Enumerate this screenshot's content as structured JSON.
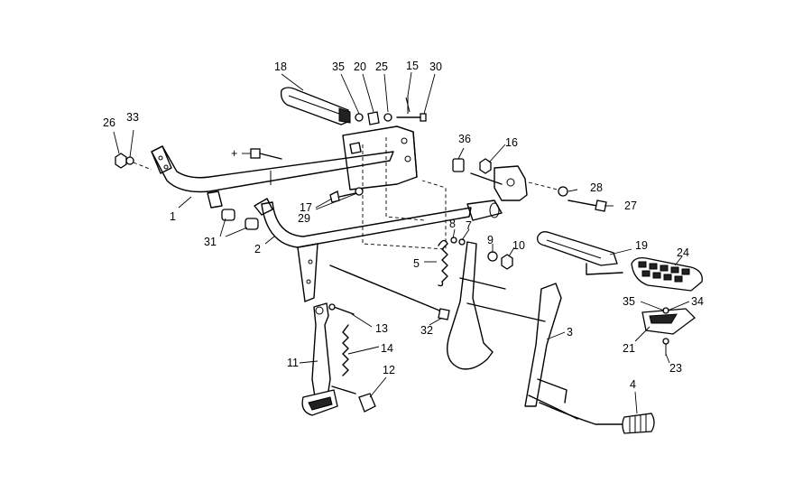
{
  "diagram": {
    "callouts": [
      {
        "id": "c18",
        "text": "18"
      },
      {
        "id": "c35a",
        "text": "35"
      },
      {
        "id": "c20",
        "text": "20"
      },
      {
        "id": "c25",
        "text": "25"
      },
      {
        "id": "c15",
        "text": "15"
      },
      {
        "id": "c30",
        "text": "30"
      },
      {
        "id": "c26",
        "text": "26"
      },
      {
        "id": "c33",
        "text": "33"
      },
      {
        "id": "cplus",
        "text": "+"
      },
      {
        "id": "c36",
        "text": "36"
      },
      {
        "id": "c16",
        "text": "16"
      },
      {
        "id": "c28",
        "text": "28"
      },
      {
        "id": "c27",
        "text": "27"
      },
      {
        "id": "c17",
        "text": "17"
      },
      {
        "id": "c29",
        "text": "29"
      },
      {
        "id": "c1",
        "text": "1"
      },
      {
        "id": "c31",
        "text": "31"
      },
      {
        "id": "c2",
        "text": "2"
      },
      {
        "id": "c8",
        "text": "8"
      },
      {
        "id": "c7",
        "text": "7"
      },
      {
        "id": "c9",
        "text": "9"
      },
      {
        "id": "c10",
        "text": "10"
      },
      {
        "id": "c5",
        "text": "5"
      },
      {
        "id": "c19",
        "text": "19"
      },
      {
        "id": "c24",
        "text": "24"
      },
      {
        "id": "c35b",
        "text": "35"
      },
      {
        "id": "c34",
        "text": "34"
      },
      {
        "id": "c21",
        "text": "21"
      },
      {
        "id": "c23",
        "text": "23"
      },
      {
        "id": "c3",
        "text": "3"
      },
      {
        "id": "c13",
        "text": "13"
      },
      {
        "id": "c32",
        "text": "32"
      },
      {
        "id": "c14",
        "text": "14"
      },
      {
        "id": "c11",
        "text": "11"
      },
      {
        "id": "c12",
        "text": "12"
      },
      {
        "id": "c4",
        "text": "4"
      }
    ]
  }
}
